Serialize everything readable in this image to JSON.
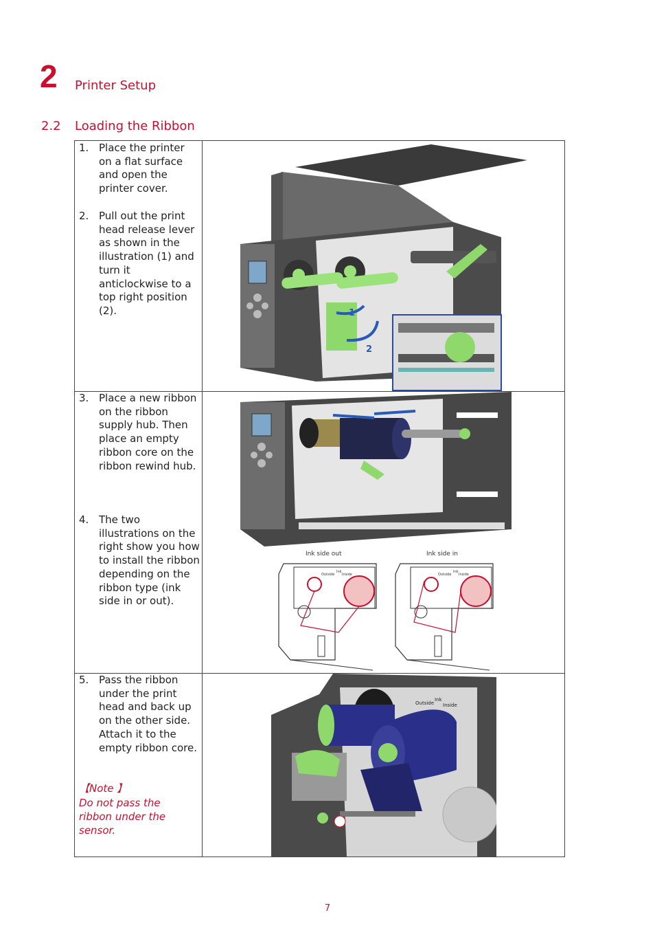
{
  "chapter": {
    "number": "2",
    "title": "Printer Setup"
  },
  "section": {
    "number": "2.2",
    "title": "Loading the Ribbon"
  },
  "steps": [
    {
      "num": "1.",
      "text": "Place the printer on a flat surface and open the printer cover."
    },
    {
      "num": "2.",
      "text": "Pull out the print head release lever as shown in the illustration (1) and turn it anticlockwise to a top right position (2)."
    },
    {
      "num": "3.",
      "text": "Place a new ribbon on the ribbon supply hub. Then place an empty ribbon core on the ribbon rewind hub."
    },
    {
      "num": "4.",
      "text": "The two illustrations on the right show you how to install the ribbon depending on the ribbon type (ink side in or out)."
    },
    {
      "num": "5.",
      "text": "Pass the ribbon under the print head and back up on the other side. Attach it to the empty ribbon core."
    }
  ],
  "note": {
    "heading": "【Note 】",
    "text": "Do not pass the ribbon under the sensor."
  },
  "illustrations": {
    "step2_markers": [
      "1",
      "2"
    ],
    "ink_out_caption": "Ink side out",
    "ink_in_caption": "Ink side in",
    "hub_label_outside": "Outside",
    "hub_label_ink": "Ink",
    "hub_label_inside": "Inside"
  },
  "page_number": "7"
}
